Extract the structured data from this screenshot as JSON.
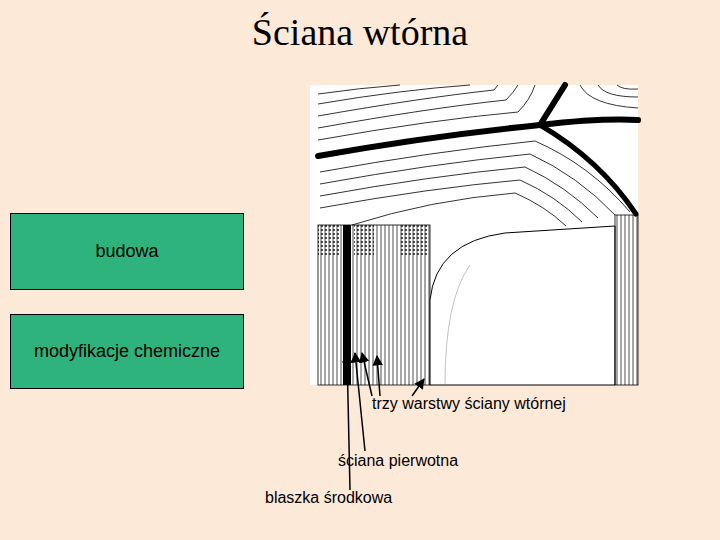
{
  "diagram": {
    "title": "Ściana wtórna",
    "nodes": [
      {
        "text": [
          "budowa"
        ]
      },
      {
        "text": [
          "modyfikacje chemiczne"
        ]
      }
    ],
    "labels": [
      "trzy warstwy ściany wtórnej",
      "ściana pierwotna",
      "blaszka środkowa"
    ]
  }
}
